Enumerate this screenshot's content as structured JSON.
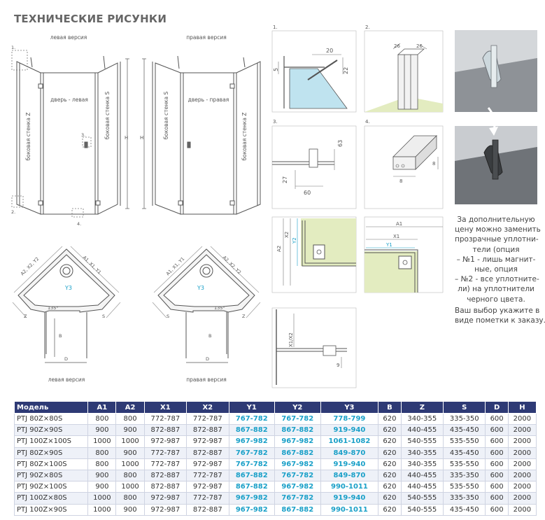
{
  "section_title": "ТЕХНИЧЕСКИЕ РИСУНКИ",
  "front": {
    "left_version": "левая версия",
    "right_version": "правая версия",
    "left_wall": "боковая стенка Z",
    "door_left": "дверь - левая",
    "door_right": "дверь - правая",
    "side_wall_s": "боковая стенка S",
    "height": "H",
    "callout_1": "1.",
    "callout_2": "2.",
    "callout_3": "3.",
    "callout_4": "4."
  },
  "plan": {
    "left_version": "левая версия",
    "right_version": "правая версия",
    "dim_a2": "A2, X2, Y2",
    "dim_a1": "A1, X1, Y1",
    "y3": "Y3",
    "angle": "135°",
    "z": "Z",
    "s": "S",
    "b": "B",
    "d": "D"
  },
  "details": {
    "d1": {
      "label": "1.",
      "dim_20": "20",
      "dim_5": "5",
      "dim_22": "22"
    },
    "d2": {
      "label": "2.",
      "dim_26a": "26",
      "dim_26b": "26"
    },
    "d3": {
      "label": "3.",
      "dim_63": "63",
      "dim_27": "27",
      "dim_60": "60"
    },
    "d4": {
      "label": "4.",
      "dim_8a": "8",
      "dim_8b": "8"
    },
    "d5": {
      "x2": "X2",
      "a2": "A2",
      "y2": "Y2"
    },
    "d6": {
      "a1": "A1",
      "x1": "X1",
      "y1": "Y1"
    },
    "d7": {
      "x": "X1/X2",
      "d9": "9"
    }
  },
  "note": {
    "lines": [
      "За дополнительную",
      "цену можно заменить",
      "прозрачные уплотни-",
      "тели (опция",
      "– №1 - лишь магнит-",
      "ные, опция",
      "– №2 - все уплотните-",
      "ли)  на уплотнители",
      "черного цвета."
    ],
    "wish_1": "Ваш выбор укажите в",
    "wish_2": "виде пометки к заказу."
  },
  "table": {
    "headers": [
      "Модель",
      "A1",
      "A2",
      "X1",
      "X2",
      "Y1",
      "Y2",
      "Y3",
      "B",
      "Z",
      "S",
      "D",
      "H"
    ],
    "rows": [
      [
        "PTJ 80Z×80S",
        "800",
        "800",
        "772-787",
        "772-787",
        "767-782",
        "767-782",
        "778-799",
        "620",
        "340-355",
        "335-350",
        "600",
        "2000"
      ],
      [
        "PTJ 90Z×90S",
        "900",
        "900",
        "872-887",
        "872-887",
        "867-882",
        "867-882",
        "919-940",
        "620",
        "440-455",
        "435-450",
        "600",
        "2000"
      ],
      [
        "PTJ 100Z×100S",
        "1000",
        "1000",
        "972-987",
        "972-987",
        "967-982",
        "967-982",
        "1061-1082",
        "620",
        "540-555",
        "535-550",
        "600",
        "2000"
      ],
      [
        "PTJ 80Z×90S",
        "800",
        "900",
        "772-787",
        "872-887",
        "767-782",
        "867-882",
        "849-870",
        "620",
        "340-355",
        "435-450",
        "600",
        "2000"
      ],
      [
        "PTJ 80Z×100S",
        "800",
        "1000",
        "772-787",
        "972-987",
        "767-782",
        "967-982",
        "919-940",
        "620",
        "340-355",
        "535-550",
        "600",
        "2000"
      ],
      [
        "PTJ 90Z×80S",
        "900",
        "800",
        "872-887",
        "772-787",
        "867-882",
        "767-782",
        "849-870",
        "620",
        "440-455",
        "335-350",
        "600",
        "2000"
      ],
      [
        "PTJ 90Z×100S",
        "900",
        "1000",
        "872-887",
        "972-987",
        "867-882",
        "967-982",
        "990-1011",
        "620",
        "440-455",
        "535-550",
        "600",
        "2000"
      ],
      [
        "PTJ 100Z×80S",
        "1000",
        "800",
        "972-987",
        "772-787",
        "967-982",
        "767-782",
        "919-940",
        "620",
        "540-555",
        "335-350",
        "600",
        "2000"
      ],
      [
        "PTJ 100Z×90S",
        "1000",
        "900",
        "972-987",
        "872-887",
        "967-982",
        "867-882",
        "990-1011",
        "620",
        "540-555",
        "435-450",
        "600",
        "2000"
      ]
    ]
  },
  "colors": {
    "header_bg": "#2e3a75",
    "accent_cyan": "#1aa0c8",
    "glass": "#bfe3ef",
    "panel_green": "#e3ecc0"
  }
}
